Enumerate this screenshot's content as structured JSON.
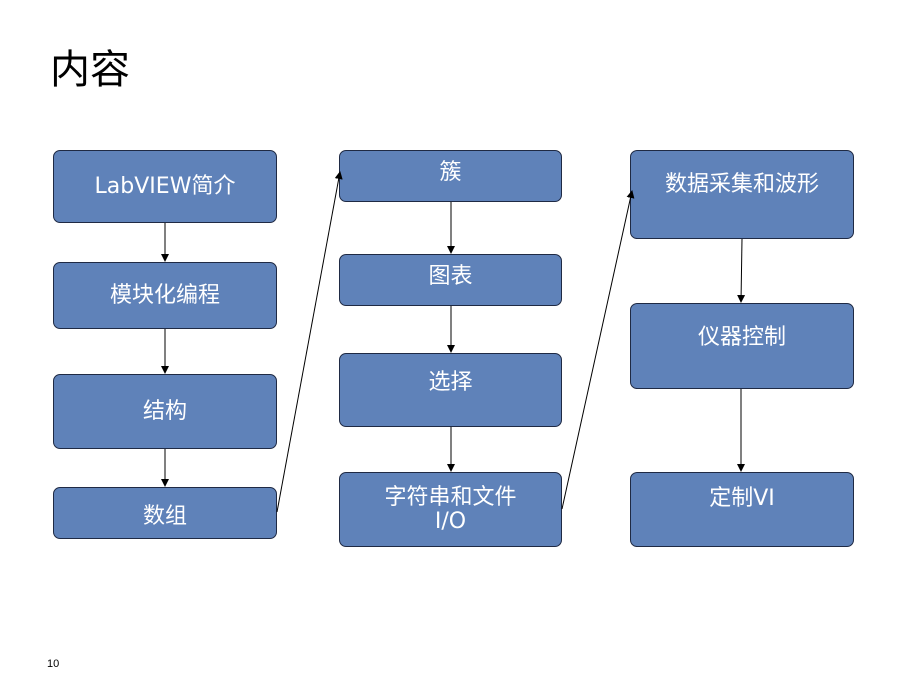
{
  "slide": {
    "title": "内容",
    "page_number": "10"
  },
  "columns": [
    {
      "boxes": [
        {
          "label": "LabVIEW简介"
        },
        {
          "label": "模块化编程"
        },
        {
          "label": "结构"
        },
        {
          "label": "数组"
        }
      ]
    },
    {
      "boxes": [
        {
          "label": "簇"
        },
        {
          "label": "图表"
        },
        {
          "label": "选择"
        },
        {
          "label_line1": "字符串和文件",
          "label_line2": "I/O"
        }
      ]
    },
    {
      "boxes": [
        {
          "label": "数据采集和波形"
        },
        {
          "label": "仪器控制"
        },
        {
          "label": "定制VI"
        }
      ]
    }
  ],
  "colors": {
    "box_fill": "#5f82b9",
    "box_border": "#1f2a44",
    "box_text": "#ffffff",
    "arrow": "#000000"
  }
}
